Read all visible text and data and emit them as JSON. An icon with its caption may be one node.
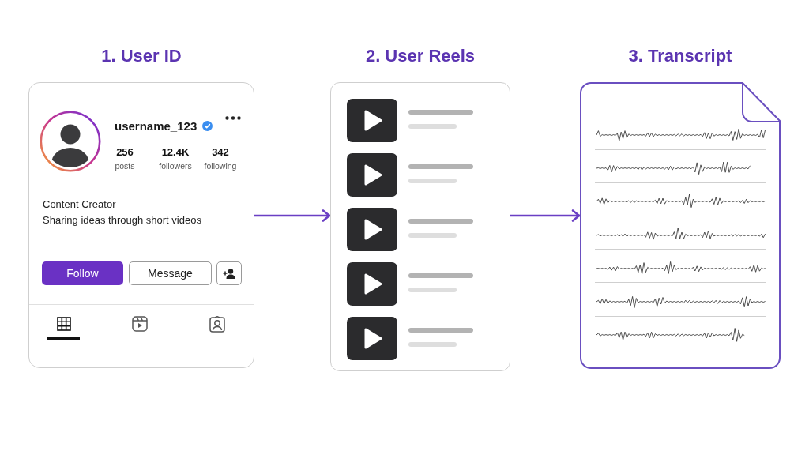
{
  "diagram": {
    "nodes": [
      {
        "text": [
          "1. User ID",
          "username_123",
          "256",
          "posts",
          "12.4K",
          "followers",
          "342",
          "following",
          "Content Creator",
          "Sharing ideas through short videos",
          "Follow",
          "Message"
        ]
      },
      {
        "text": [
          "2. User Reels"
        ]
      },
      {
        "text": [
          "3. Transcript"
        ]
      }
    ],
    "edges": [
      {
        "from": 0,
        "to": 1,
        "arrow": "to"
      },
      {
        "from": 1,
        "to": 2,
        "arrow": "to"
      }
    ]
  }
}
